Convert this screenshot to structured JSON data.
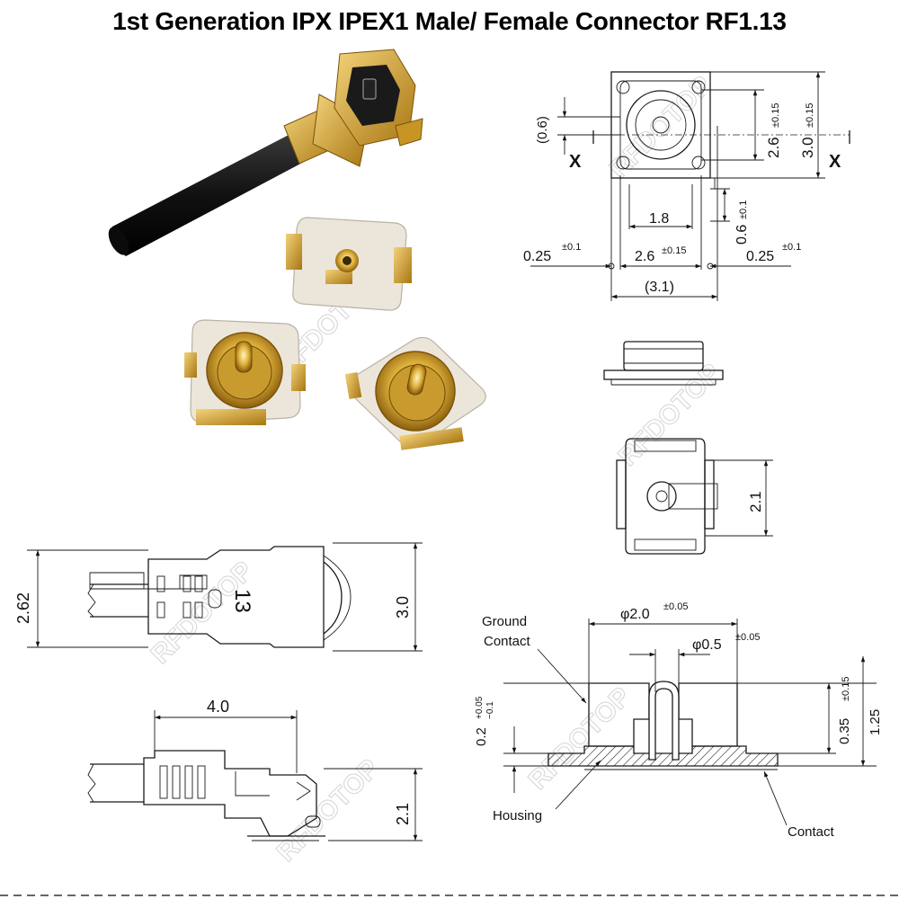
{
  "title": "1st Generation IPX IPEX1 Male/ Female Connector RF1.13",
  "watermark": "RFDOTOP",
  "top_view": {
    "dim_0_6_paren": "(0.6)",
    "dim_2_6": "2.6",
    "tol_2_6": "±0.15",
    "dim_3_0": "3.0",
    "tol_3_0": "±0.15",
    "section_left": "X",
    "section_right": "X",
    "dim_1_8": "1.8",
    "dim_0_6": "0.6",
    "tol_0_6": "±0.1",
    "dim_0_25_left": "0.25",
    "tol_0_25_left": "±0.1",
    "dim_2_6_bottom": "2.6",
    "tol_2_6_bottom": "±0.15",
    "dim_0_25_right": "0.25",
    "tol_0_25_right": "±0.1",
    "dim_3_1_paren": "(3.1)"
  },
  "bottom_view": {
    "dim_2_1": "2.1"
  },
  "plug_top": {
    "dim_2_62": "2.62",
    "dim_3_0": "3.0",
    "marking": "13"
  },
  "plug_side": {
    "dim_4_0": "4.0",
    "dim_2_1": "2.1"
  },
  "section": {
    "ground_contact_line1": "Ground",
    "ground_contact_line2": "Contact",
    "dim_phi_2_0": "φ2.0",
    "tol_phi_2_0": "±0.05",
    "dim_phi_0_5": "φ0.5",
    "tol_phi_0_5": "±0.05",
    "dim_0_2": "0.2",
    "tol_0_2_plus": "+0.05",
    "tol_0_2_minus": "−0.1",
    "dim_0_35": "0.35",
    "tol_0_35": "±0.15",
    "dim_1_25": "1.25",
    "housing": "Housing",
    "contact": "Contact"
  },
  "colors": {
    "gold": "#d9a82a",
    "gold_dark": "#9a6d12",
    "cable": "#1b1b1b",
    "housing": "#ece6da"
  },
  "icons": [
    "cable-connector-photo",
    "receptacle-photo-back",
    "receptacle-photo-left",
    "receptacle-photo-right"
  ]
}
